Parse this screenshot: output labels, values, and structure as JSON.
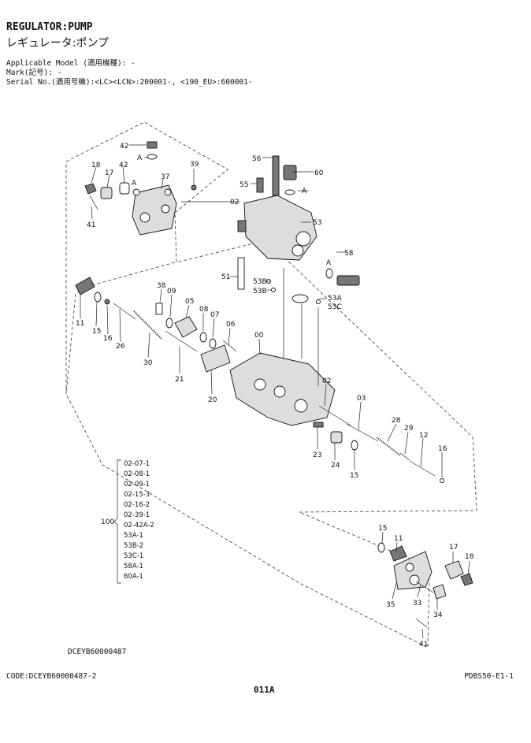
{
  "header": {
    "title_en": "REGULATOR:PUMP",
    "title_jp": "レギュレータ:ポンプ",
    "applicable_model": "Applicable Model (適用機種): -",
    "mark": "Mark(記号): -",
    "serial": "Serial No.(適用号機):<LC><LCN>:200001-, <190_EU>:600001-"
  },
  "callouts": {
    "c42a": "42",
    "a1": "A",
    "c18a": "18",
    "c17a": "17",
    "c42b": "42",
    "a2": "A",
    "c37": "37",
    "c39": "39",
    "c41a": "41",
    "c02a": "02",
    "c56": "56",
    "c60": "60",
    "a3": "A",
    "c55": "55",
    "c53": "53",
    "a4": "A",
    "c58": "58",
    "c51": "51",
    "c53b": "53B",
    "c53b2": "53B",
    "c53a": "53A",
    "c53c": "53C",
    "c11a": "11",
    "c15a": "15",
    "c16a": "16",
    "c26": "26",
    "c38": "38",
    "c09": "09",
    "c05": "05",
    "c08": "08",
    "c07": "07",
    "c06": "06",
    "c30": "30",
    "c21": "21",
    "c20": "20",
    "c00": "00",
    "c02b": "02",
    "c03": "03",
    "c28": "28",
    "c29": "29",
    "c12": "12",
    "c16b": "16",
    "c23": "23",
    "c24": "24",
    "c15b": "15",
    "c15c": "15",
    "c11b": "11",
    "c17b": "17",
    "c18b": "18",
    "c35": "35",
    "c33": "33",
    "c34": "34",
    "c41b": "41",
    "c100": "100"
  },
  "kit": {
    "items": [
      "02-07-1",
      "02-08-1",
      "02-09-1",
      "02-15-3",
      "02-16-2",
      "02-39-1",
      "02-42A-2",
      "53A-1",
      "53B-2",
      "53C-1",
      "58A-1",
      "60A-1"
    ]
  },
  "footer": {
    "doc_code": "DCEYB60000487",
    "code_left": "CODE:DCEYB60000487-2",
    "code_right": "PDBS50-E1-1",
    "page": "011A"
  }
}
